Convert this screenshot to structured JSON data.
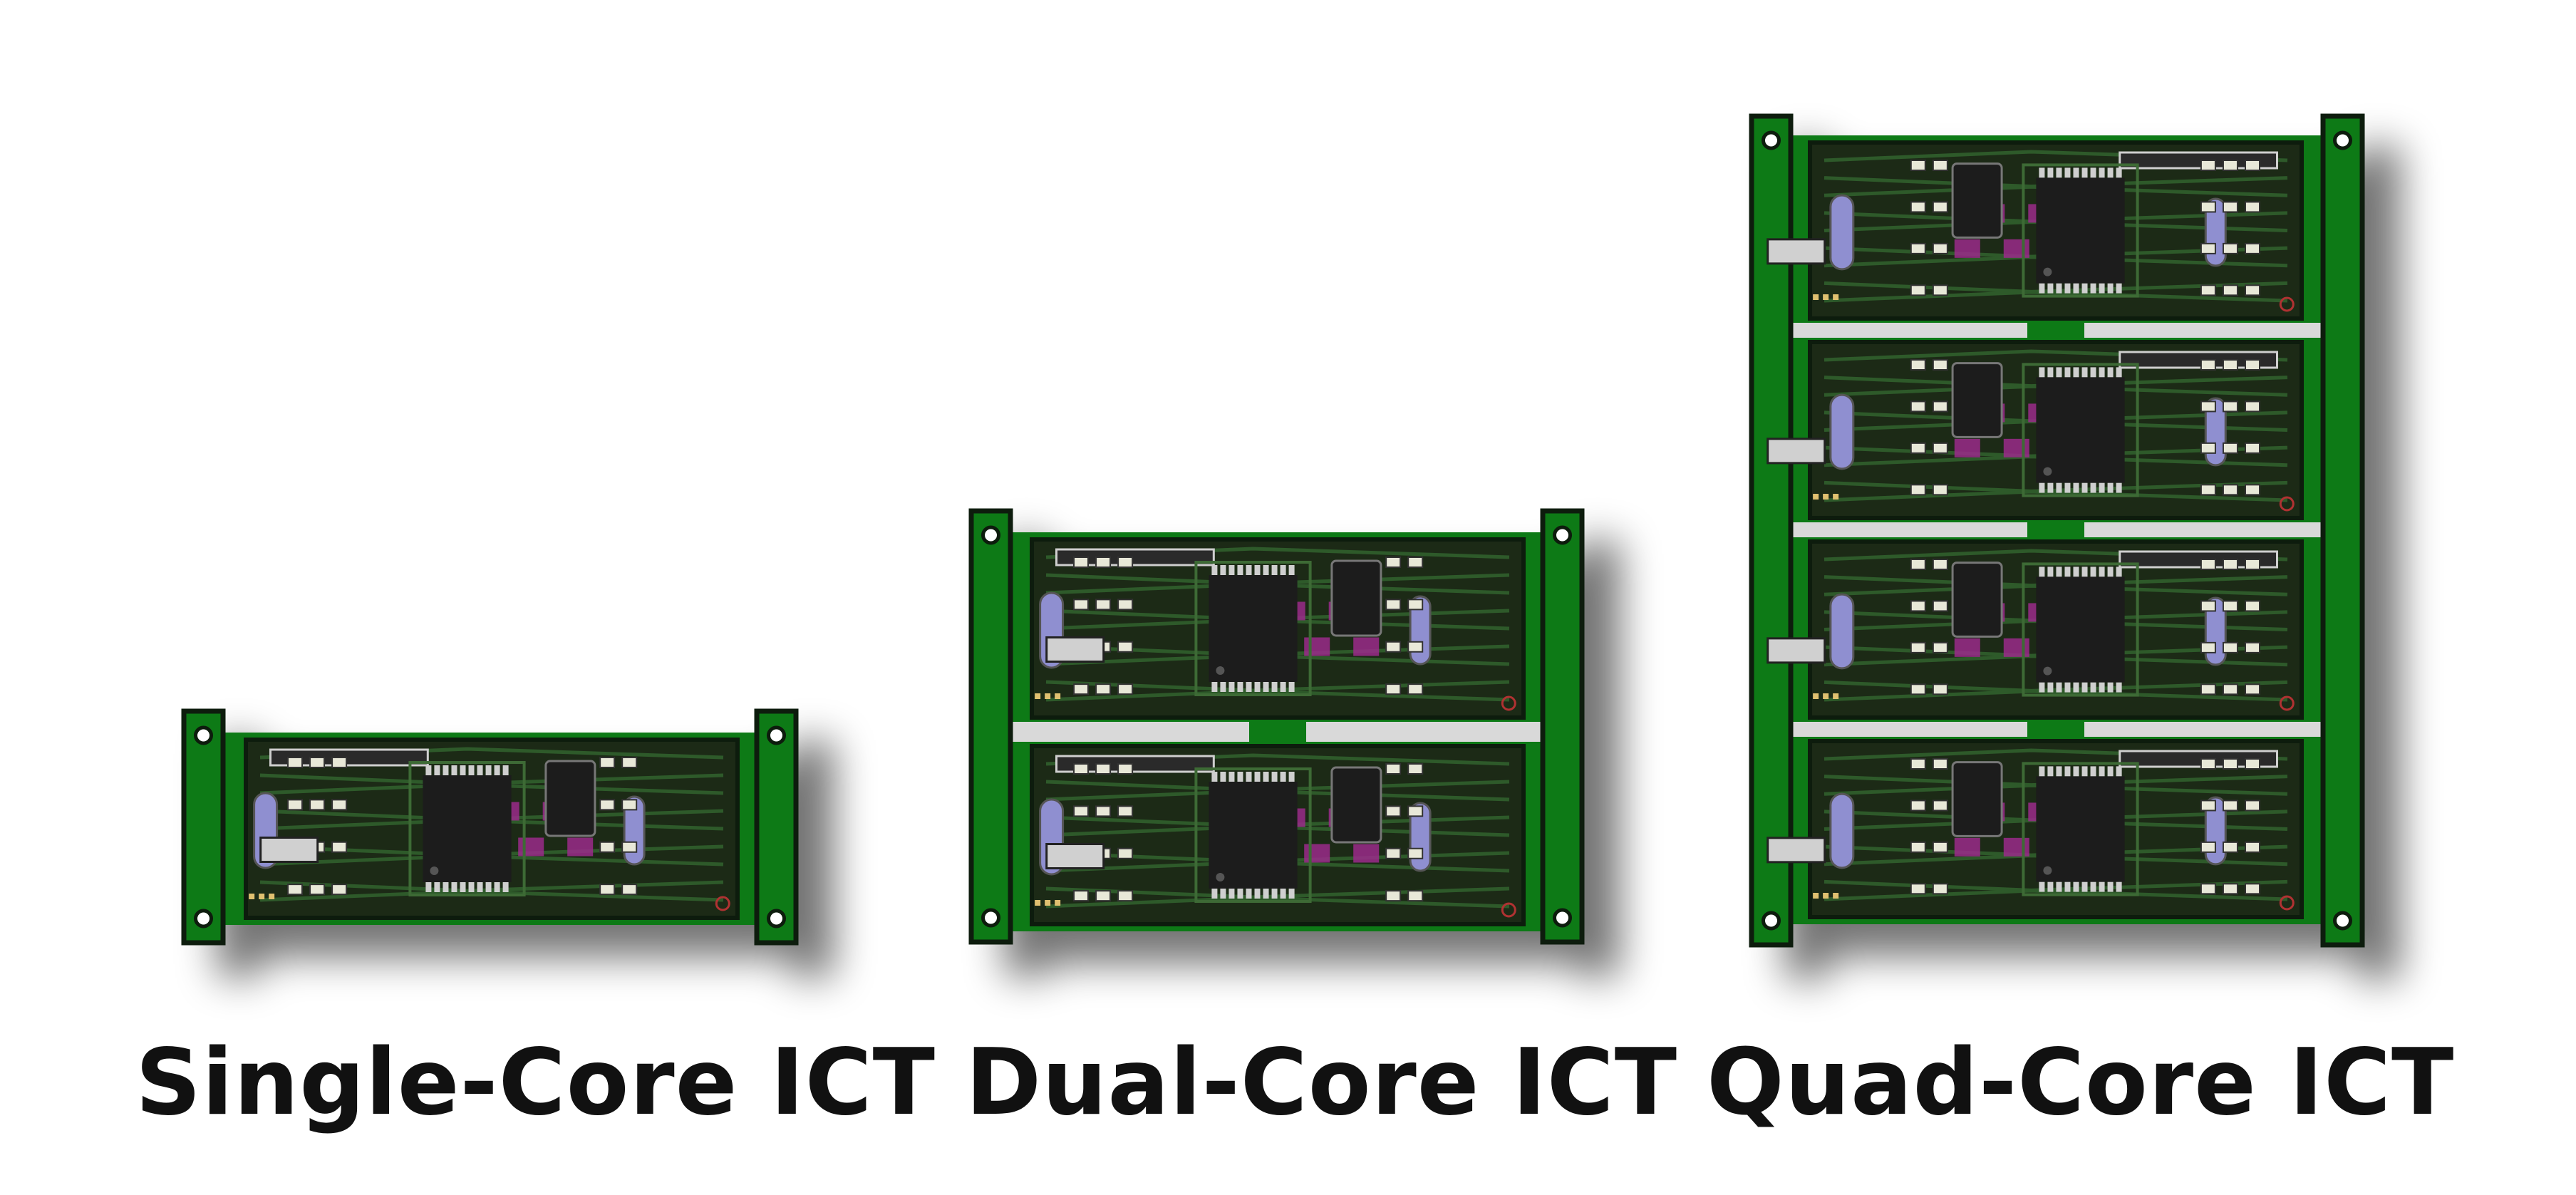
{
  "colors": {
    "background": "#ffffff",
    "frame_green": "#0f7a14",
    "frame_outline": "#0a1a0a",
    "board_dark": "#1c2a18",
    "trace_green": "#2f5a2a",
    "chip": "#1a1a1a",
    "pin": "#cfcfcf",
    "crystal": "#8f8fd0",
    "magenta": "#9a2a8a",
    "slot": "#d9d9d9",
    "caption": "#111111"
  },
  "captions": {
    "single": "Single-Core ICT",
    "dual": "Dual-Core ICT",
    "quad": "Quad-Core ICT"
  },
  "modules": [
    {
      "name": "single-core",
      "cores": 1
    },
    {
      "name": "dual-core",
      "cores": 2
    },
    {
      "name": "quad-core",
      "cores": 4
    }
  ]
}
